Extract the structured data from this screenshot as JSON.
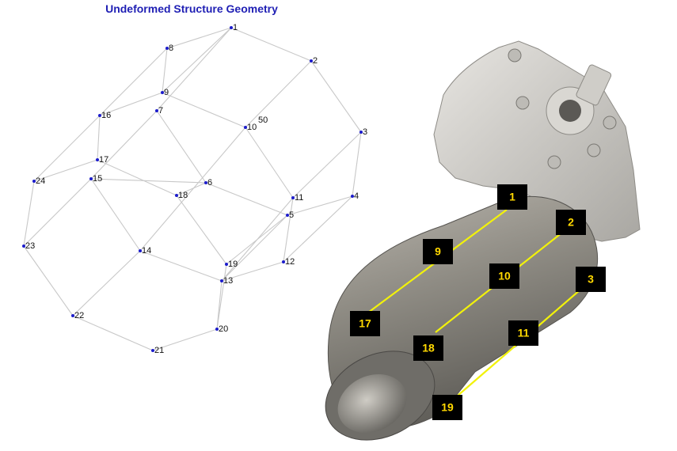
{
  "diagram": {
    "title": "Undeformed Structure Geometry",
    "node_labels": [
      "1",
      "2",
      "3",
      "4",
      "5",
      "6",
      "7",
      "8",
      "9",
      "10",
      "11",
      "12",
      "13",
      "14",
      "15",
      "16",
      "17",
      "18",
      "19",
      "20",
      "21",
      "22",
      "23",
      "24"
    ],
    "overlap_label": "50",
    "colors": {
      "title": "#1f1fb4",
      "node": "#1c1ccc",
      "edge": "#c8c8c8"
    }
  },
  "photo": {
    "tags": [
      "1",
      "2",
      "3",
      "9",
      "10",
      "11",
      "17",
      "18",
      "19"
    ],
    "colors": {
      "tag_background": "#000000",
      "tag_text": "#ffd800",
      "sensor_line": "#f2f20a"
    }
  }
}
